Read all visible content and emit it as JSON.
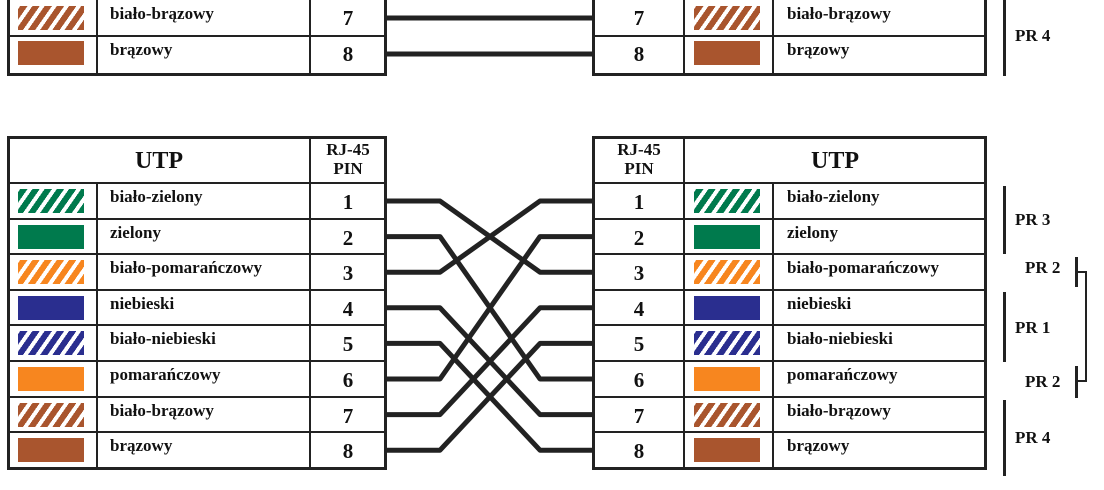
{
  "colors": {
    "green": "#007a4d",
    "orange": "#f7861f",
    "blue": "#2a2e8f",
    "brown": "#a9552e",
    "line": "#222222"
  },
  "header": {
    "utp_left": "UTP",
    "utp_right": "UTP",
    "rj45_left": "RJ-45",
    "pin_left": "PIN",
    "rj45_right": "RJ-45",
    "pin_right": "PIN"
  },
  "top_fragment": {
    "rows": [
      {
        "swatch": "white-brown",
        "label": "biało-brązowy",
        "pin": "7"
      },
      {
        "swatch": "brown",
        "label": "brązowy",
        "pin": "8"
      }
    ],
    "pr_label": "PR 4"
  },
  "left_rows": [
    {
      "swatch": "white-green",
      "label": "biało-zielony",
      "pin": "1"
    },
    {
      "swatch": "green",
      "label": "zielony",
      "pin": "2"
    },
    {
      "swatch": "white-orange",
      "label": "biało-pomarańczowy",
      "pin": "3"
    },
    {
      "swatch": "blue",
      "label": "niebieski",
      "pin": "4"
    },
    {
      "swatch": "white-blue",
      "label": "biało-niebieski",
      "pin": "5"
    },
    {
      "swatch": "orange",
      "label": "pomarańczowy",
      "pin": "6"
    },
    {
      "swatch": "white-brown",
      "label": "biało-brązowy",
      "pin": "7"
    },
    {
      "swatch": "brown",
      "label": "brązowy",
      "pin": "8"
    }
  ],
  "right_rows": [
    {
      "swatch": "white-green",
      "label": "biało-zielony",
      "pin": "1"
    },
    {
      "swatch": "green",
      "label": "zielony",
      "pin": "2"
    },
    {
      "swatch": "white-orange",
      "label": "biało-pomarańczowy",
      "pin": "3"
    },
    {
      "swatch": "blue",
      "label": "niebieski",
      "pin": "4"
    },
    {
      "swatch": "white-blue",
      "label": "biało-niebieski",
      "pin": "5"
    },
    {
      "swatch": "orange",
      "label": "pomarańczowy",
      "pin": "6"
    },
    {
      "swatch": "white-brown",
      "label": "biało-brązowy",
      "pin": "7"
    },
    {
      "swatch": "brown",
      "label": "brązowy",
      "pin": "8"
    }
  ],
  "pairs": {
    "pr3": "PR 3",
    "pr2_top": "PR 2",
    "pr1": "PR 1",
    "pr2_bottom": "PR 2",
    "pr4": "PR 4"
  },
  "crossover_map": [
    {
      "from_pin": 1,
      "to_pin": 3
    },
    {
      "from_pin": 2,
      "to_pin": 6
    },
    {
      "from_pin": 3,
      "to_pin": 1
    },
    {
      "from_pin": 4,
      "to_pin": 7
    },
    {
      "from_pin": 5,
      "to_pin": 8
    },
    {
      "from_pin": 6,
      "to_pin": 2
    },
    {
      "from_pin": 7,
      "to_pin": 4
    },
    {
      "from_pin": 8,
      "to_pin": 5
    }
  ],
  "top_straight_map": [
    {
      "from_pin": 7,
      "to_pin": 7
    },
    {
      "from_pin": 8,
      "to_pin": 8
    }
  ]
}
